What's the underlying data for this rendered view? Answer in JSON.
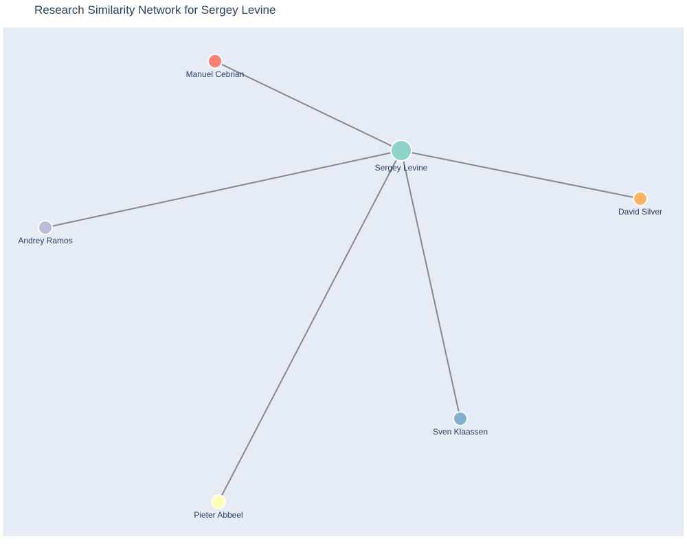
{
  "title": "Research Similarity Network for Sergey Levine",
  "colors": {
    "edge": "#888888",
    "plot_background": "#e5ecf6",
    "label": "#2a3f5f"
  },
  "network": {
    "center": "Sergey Levine",
    "nodes": [
      {
        "id": "sergey",
        "label": "Sergey Levine",
        "role": "center",
        "color": "#8dd3c7"
      },
      {
        "id": "manuel",
        "label": "Manuel Cebrian",
        "role": "neighbor",
        "color": "#fb8072"
      },
      {
        "id": "david",
        "label": "David Silver",
        "role": "neighbor",
        "color": "#fdb462"
      },
      {
        "id": "andrey",
        "label": "Andrey Ramos",
        "role": "neighbor",
        "color": "#bebada"
      },
      {
        "id": "sven",
        "label": "Sven Klaassen",
        "role": "neighbor",
        "color": "#80b1d3"
      },
      {
        "id": "pieter",
        "label": "Pieter Abbeel",
        "role": "neighbor",
        "color": "#ffffb3"
      }
    ],
    "edges": [
      {
        "source": "sergey",
        "target": "manuel"
      },
      {
        "source": "sergey",
        "target": "david"
      },
      {
        "source": "sergey",
        "target": "andrey"
      },
      {
        "source": "sergey",
        "target": "sven"
      },
      {
        "source": "sergey",
        "target": "pieter"
      }
    ]
  }
}
